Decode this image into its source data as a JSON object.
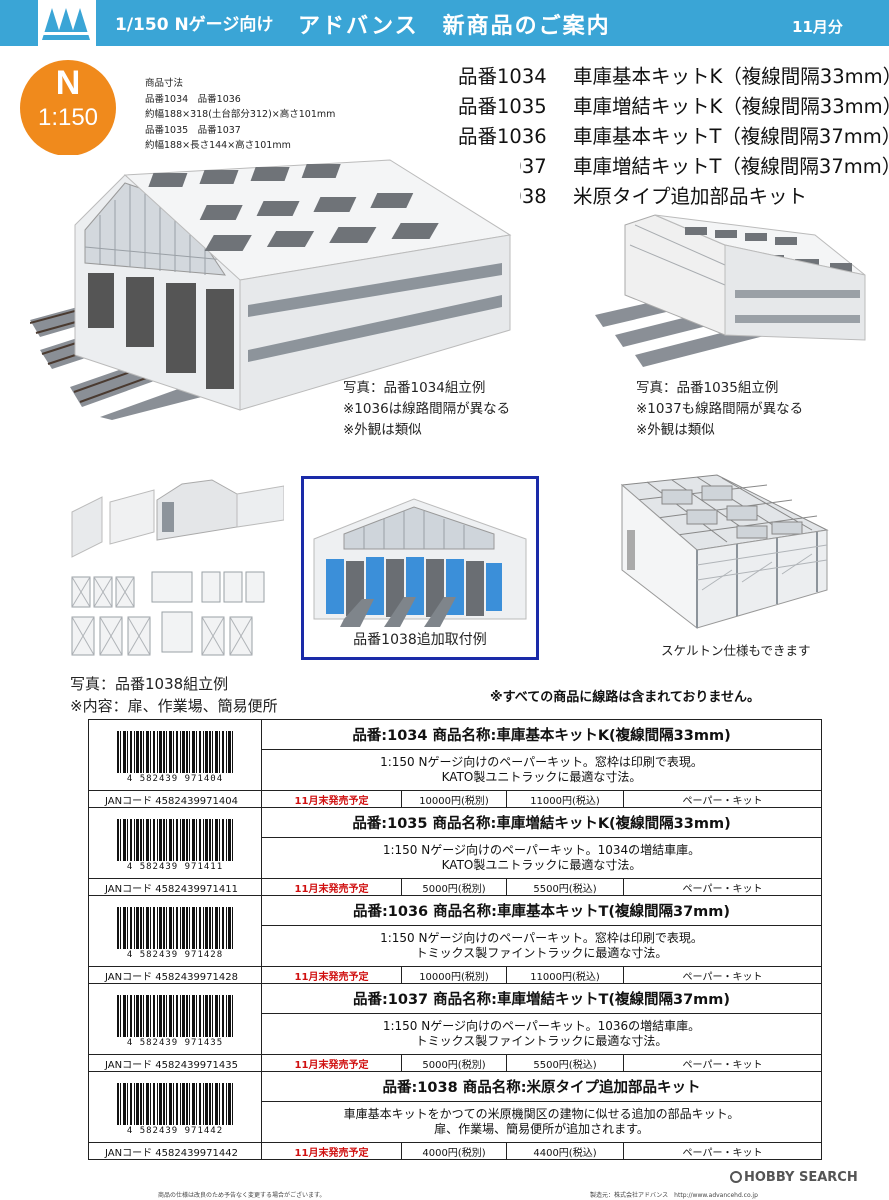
{
  "header": {
    "scale": "1/150 Nゲージ向け",
    "title": "アドバンス　新商品のご案内",
    "month": "11月分"
  },
  "badge": {
    "gauge": "N",
    "scale": "1:150"
  },
  "dimensions": {
    "heading": "商品寸法",
    "line1": "品番1034　品番1036",
    "line2": "約幅188×318(土台部分312)×高さ101mm",
    "line3": "品番1035　品番1037",
    "line4": "約幅188×長さ144×高さ101mm"
  },
  "product_list": [
    {
      "num": "品番1034",
      "name": "車庫基本キットK（複線間隔33mm）"
    },
    {
      "num": "品番1035",
      "name": "車庫増結キットK（複線間隔33mm）"
    },
    {
      "num": "品番1036",
      "name": "車庫基本キットT（複線間隔37mm）"
    },
    {
      "num": "品番1037",
      "name": "車庫増結キットT（複線間隔37mm）"
    },
    {
      "num": "品番1038",
      "name": "米原タイプ追加部品キット"
    }
  ],
  "captions": {
    "photo1034": [
      "写真：品番1034組立例",
      "※1036は線路間隔が異なる",
      "※外観は類似"
    ],
    "photo1035": [
      "写真：品番1035組立例",
      "※1037も線路間隔が異なる",
      "※外観は類似"
    ],
    "photo1038_frame": "品番1038追加取付例",
    "skeleton": "スケルトン仕様もできます",
    "photo1038": [
      "写真：品番1038組立例",
      "※内容：扉、作業場、簡易便所"
    ]
  },
  "note_all": "※すべての商品に線路は含まれておりません。",
  "products": [
    {
      "title": "品番:1034 商品名称:車庫基本キットK(複線間隔33mm)",
      "desc1": "1:150 Nゲージ向けのペーパーキット。窓枠は印刷で表現。",
      "desc2": "KATO製ユニトラックに最適な寸法。",
      "barcode_digits": "4 582439 971404",
      "jan": "JANコード 4582439971404",
      "release": "11月末発売予定",
      "price_ex": "10000円(税別)",
      "price_in": "11000円(税込)",
      "kind": "ペーパー・キット"
    },
    {
      "title": "品番:1035 商品名称:車庫増結キットK(複線間隔33mm)",
      "desc1": "1:150 Nゲージ向けのペーパーキット。1034の増結車庫。",
      "desc2": "KATO製ユニトラックに最適な寸法。",
      "barcode_digits": "4 582439 971411",
      "jan": "JANコード 4582439971411",
      "release": "11月末発売予定",
      "price_ex": "5000円(税別)",
      "price_in": "5500円(税込)",
      "kind": "ペーパー・キット"
    },
    {
      "title": "品番:1036 商品名称:車庫基本キットT(複線間隔37mm)",
      "desc1": "1:150 Nゲージ向けのペーパーキット。窓枠は印刷で表現。",
      "desc2": "トミックス製ファイントラックに最適な寸法。",
      "barcode_digits": "4 582439 971428",
      "jan": "JANコード 4582439971428",
      "release": "11月末発売予定",
      "price_ex": "10000円(税別)",
      "price_in": "11000円(税込)",
      "kind": "ペーパー・キット"
    },
    {
      "title": "品番:1037 商品名称:車庫増結キットT(複線間隔37mm)",
      "desc1": "1:150 Nゲージ向けのペーパーキット。1036の増結車庫。",
      "desc2": "トミックス製ファイントラックに最適な寸法。",
      "barcode_digits": "4 582439 971435",
      "jan": "JANコード 4582439971435",
      "release": "11月末発売予定",
      "price_ex": "5000円(税別)",
      "price_in": "5500円(税込)",
      "kind": "ペーパー・キット"
    },
    {
      "title": "品番:1038 商品名称:米原タイプ追加部品キット",
      "desc1": "車庫基本キットをかつての米原機関区の建物に似せる追加の部品キット。",
      "desc2": "扉、作業場、簡易便所が追加されます。",
      "barcode_digits": "4 582439 971442",
      "jan": "JANコード 4582439971442",
      "release": "11月末発売予定",
      "price_ex": "4000円(税別)",
      "price_in": "4400円(税込)",
      "kind": "ペーパー・キット"
    }
  ],
  "footer": {
    "left": "商品の仕様は改良のため予告なく変更する場合がございます。",
    "right": "製造元：株式会社アドバンス　http://www.advancehd.co.jp"
  },
  "watermark": "HOBBY SEARCH"
}
